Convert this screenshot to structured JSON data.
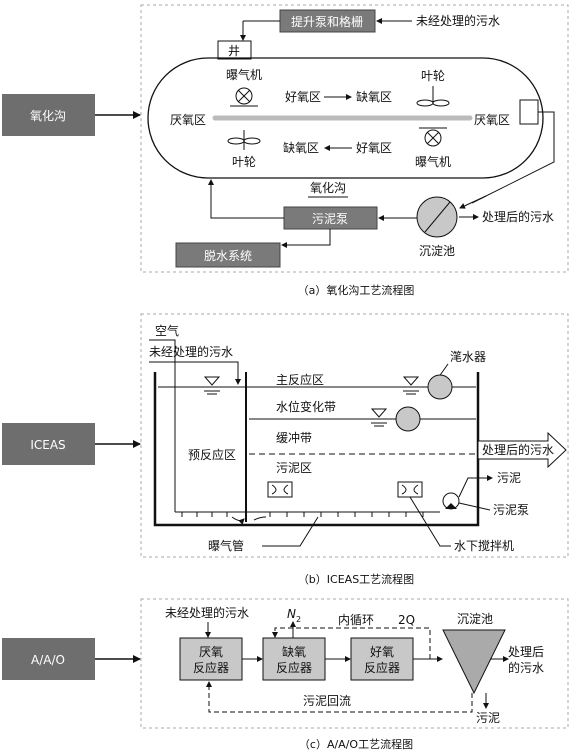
{
  "side_labels": {
    "a": "氧化沟",
    "b": "ICEAS",
    "c": "A/A/O"
  },
  "panel_a": {
    "caption": "（a）氧化沟工艺流程图",
    "lift_pump": "提升泵和格栅",
    "raw_water": "未经处理的污水",
    "well": "井",
    "aerator_top": "曝气机",
    "aerator_bottom": "曝气机",
    "impeller_top": "叶轮",
    "impeller_bottom": "叶轮",
    "aerobic_top": "好氧区",
    "anoxic_top": "缺氧区",
    "anoxic_bottom": "缺氧区",
    "aerobic_bottom": "好氧区",
    "anaerobic_left": "厌氧区",
    "anaerobic_right": "厌氧区",
    "ditch_name": "氧化沟",
    "sludge_pump": "污泥泵",
    "dewatering": "脱水系统",
    "clarifier": "沉淀池",
    "treated_water": "处理后的污水"
  },
  "panel_b": {
    "caption": "（b）ICEAS工艺流程图",
    "air": "空气",
    "raw_water": "未经处理的污水",
    "decanter": "滗水器",
    "main_zone": "主反应区",
    "level_zone": "水位变化带",
    "buffer_zone": "缓冲带",
    "pre_zone": "预反应区",
    "sludge_zone": "污泥区",
    "treated_water": "处理后的污水",
    "sludge": "污泥",
    "sludge_pump": "污泥泵",
    "aeration_pipe": "曝气管",
    "mixer": "水下搅拌机"
  },
  "panel_c": {
    "caption": "（c）A/A/O工艺流程图",
    "raw_water": "未经处理的污水",
    "n2": "N",
    "n2_sub": "2",
    "internal_loop": "内循环",
    "q2": "2Q",
    "clarifier": "沉淀池",
    "anaerobic_line1": "厌氧",
    "anaerobic_line2": "反应器",
    "anoxic_line1": "缺氧",
    "anoxic_line2": "反应器",
    "aerobic_line1": "好氧",
    "aerobic_line2": "反应器",
    "treated_line1": "处理后",
    "treated_line2": "的污水",
    "sludge_return": "污泥回流",
    "sludge": "污泥"
  }
}
